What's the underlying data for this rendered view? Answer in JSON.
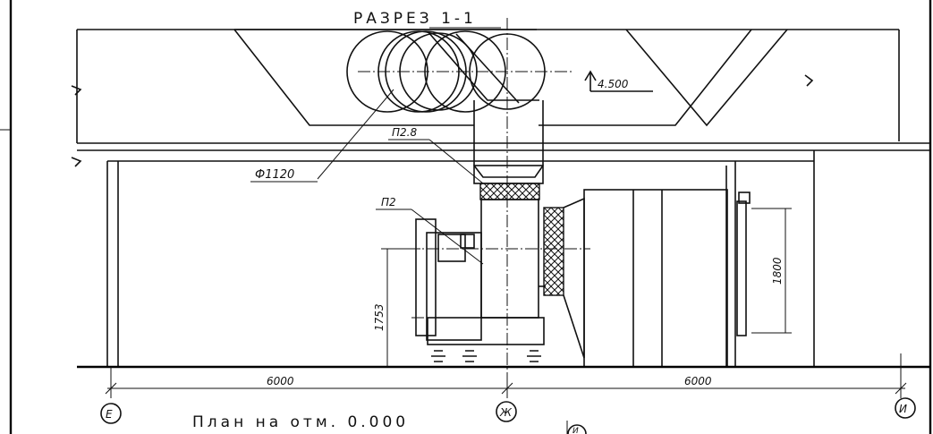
{
  "section_title": "РАЗРЕЗ 1-1",
  "elevation_mark": "4.500",
  "duct_diameter": "Ф1120",
  "label_p28": "П2.8",
  "label_p2": "П2",
  "dim_fan_height": "1753",
  "dim_door_height": "1800",
  "dim_span_left": "6000",
  "dim_span_right": "6000",
  "axis_e": "Е",
  "axis_zh": "Ж",
  "axis_i": "И",
  "axis_i_partial": "И",
  "plan_title": "План на отм. 0.000"
}
